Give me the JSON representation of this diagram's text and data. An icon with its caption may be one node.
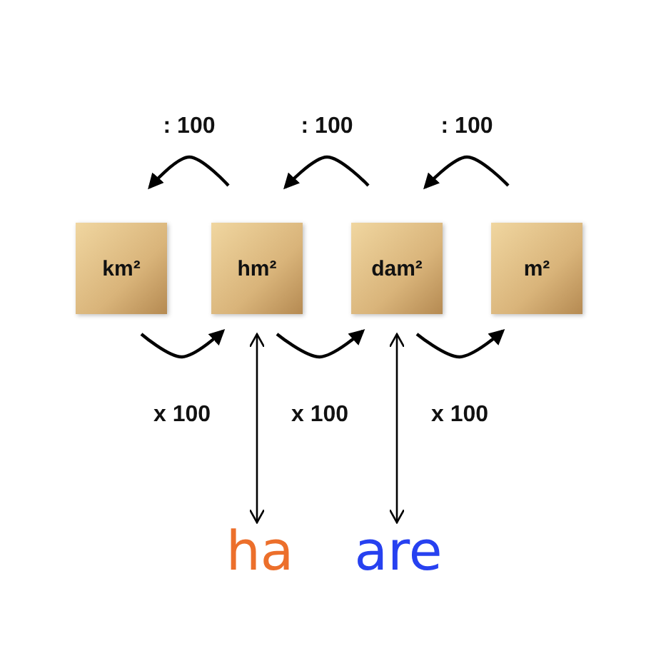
{
  "diagram": {
    "nodes": [
      {
        "text": [
          "km²"
        ]
      },
      {
        "text": [
          "hm²"
        ]
      },
      {
        "text": [
          "dam²"
        ]
      },
      {
        "text": [
          "m²"
        ]
      },
      {
        "text": [
          "ha"
        ]
      },
      {
        "text": [
          "are"
        ]
      }
    ],
    "edges": [
      {
        "from": 1,
        "to": 0,
        "arrow": "to",
        "label": ": 100"
      },
      {
        "from": 2,
        "to": 1,
        "arrow": "to",
        "label": ": 100"
      },
      {
        "from": 3,
        "to": 2,
        "arrow": "to",
        "label": ": 100"
      },
      {
        "from": 0,
        "to": 1,
        "arrow": "to",
        "label": "x 100"
      },
      {
        "from": 1,
        "to": 2,
        "arrow": "to",
        "label": "x 100"
      },
      {
        "from": 2,
        "to": 3,
        "arrow": "to",
        "label": "x 100"
      },
      {
        "from": 1,
        "to": 4,
        "arrow": "both"
      },
      {
        "from": 2,
        "to": 5,
        "arrow": "both"
      }
    ]
  }
}
